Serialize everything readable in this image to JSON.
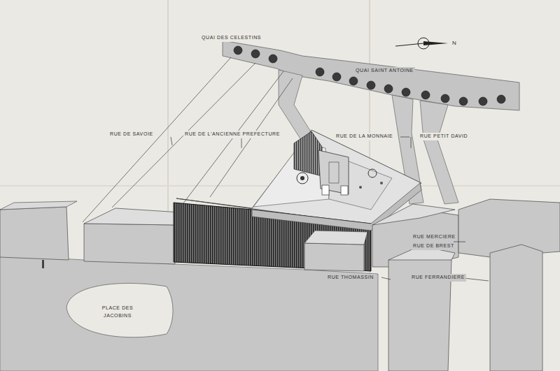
{
  "diagram": {
    "labels": [
      "QUAI DES CELESTINS",
      "QUAI SAINT ANTOINE",
      "RUE DE SAVOIE",
      "RUE DE L'ANCIENNE PREFECTURE",
      "RUE DE LA MONNAIE",
      "RUE PETIT DAVID",
      "RUE MERCIERE",
      "RUE DE BREST",
      "RUE THOMASSIN",
      "RUE FERRANDIERE",
      "PLACE DES JACOBINS",
      "N"
    ]
  }
}
